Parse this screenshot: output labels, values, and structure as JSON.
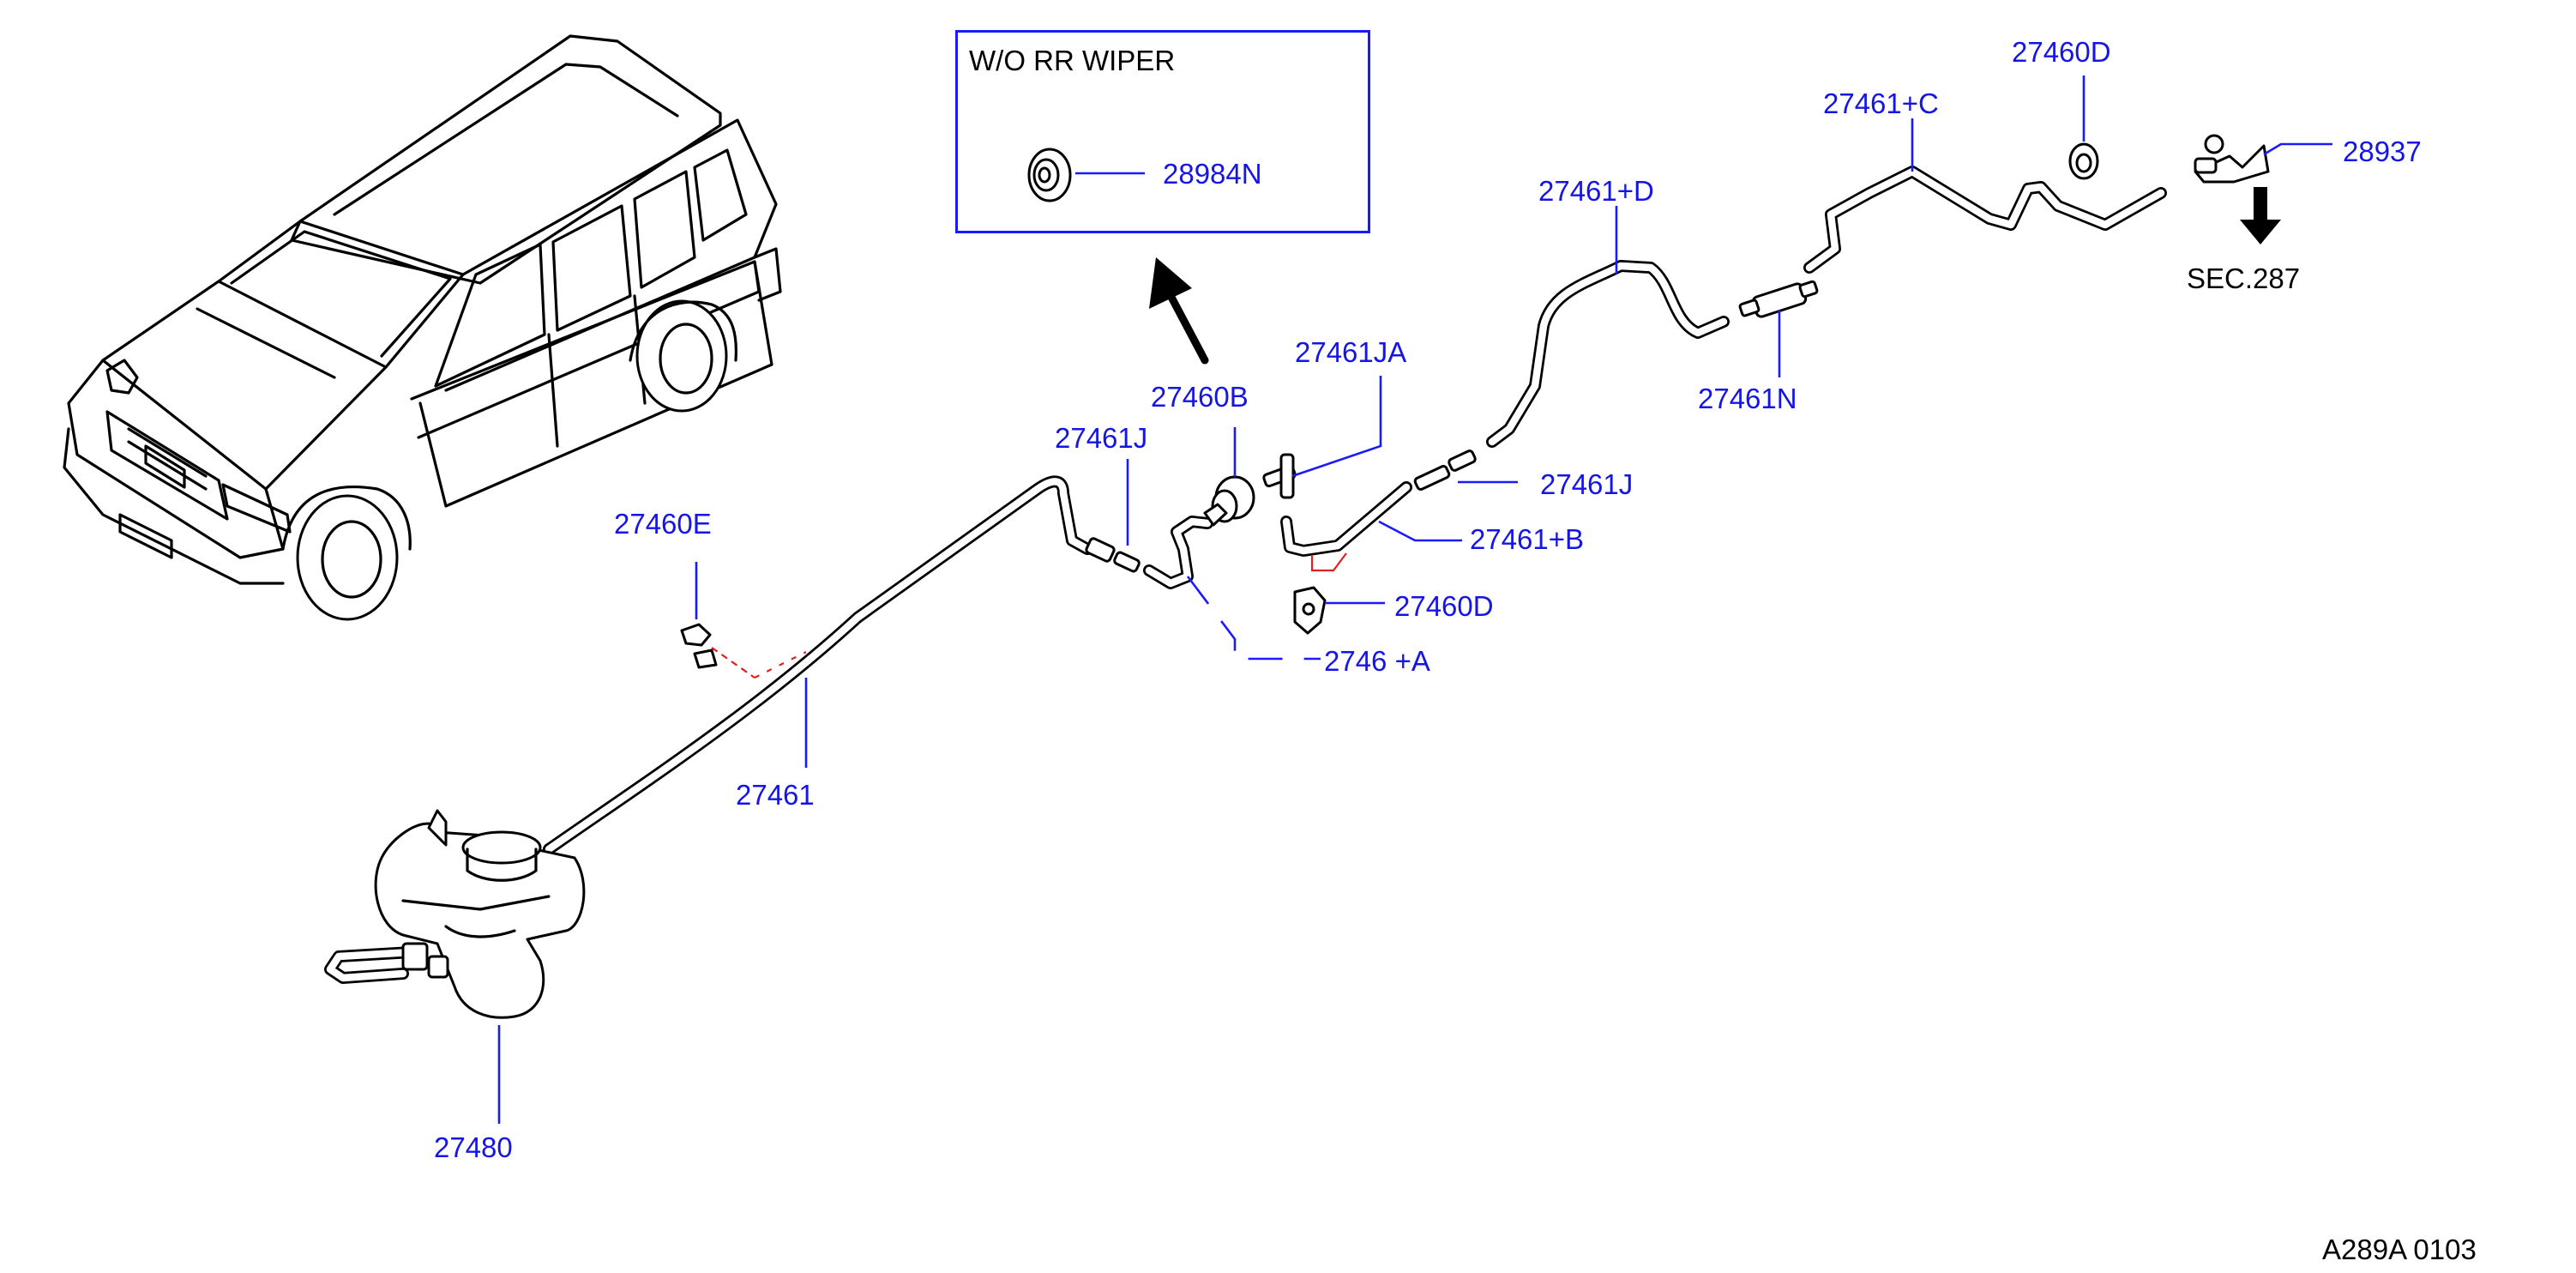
{
  "diagram": {
    "inset_title": "W/O  RR  WIPER",
    "section_ref": "SEC.287",
    "footer_code": "A289A  0103",
    "label_color": "#1515e6",
    "callouts": {
      "inset_part": "28984N",
      "washer_tank": "27480",
      "hose_main": "27461",
      "clip_e": "27460E",
      "hose_a": "2746  +A",
      "connector_j_left": "27461J",
      "check_valve_b": "27460B",
      "joint_ja": "27461JA",
      "connector_j_right": "27461J",
      "hose_b": "27461+B",
      "clip_d_lower": "27460D",
      "hose_d": "27461+D",
      "valve_n": "27461N",
      "hose_c": "27461+C",
      "clip_d_upper": "27460D",
      "nozzle": "28937"
    },
    "icons": [
      "vehicle-illustration",
      "up-arrow-icon",
      "down-arrow-icon"
    ]
  }
}
